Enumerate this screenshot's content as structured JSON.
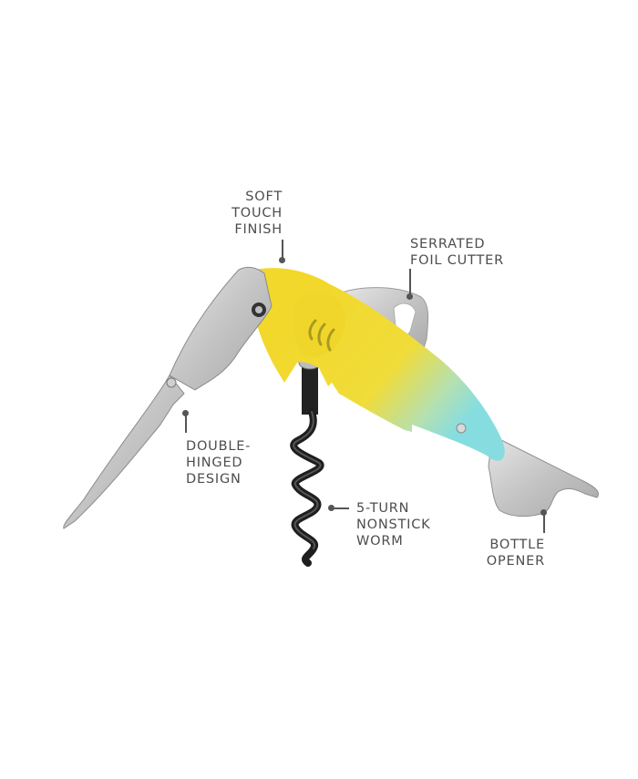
{
  "product": {
    "name": "fish-shaped waiter's corkscrew",
    "colors": {
      "yellow": "#f2d82a",
      "aqua": "#86dde0",
      "steel": "#c9c9c9",
      "steel_dark": "#8a8a8a",
      "worm": "#1e1e1e",
      "label_text": "#4d4d4d",
      "callout_line": "#555555",
      "background": "#ffffff"
    }
  },
  "callouts": {
    "soft_touch": {
      "line1": "SOFT",
      "line2": "TOUCH",
      "line3": "FINISH"
    },
    "foil_cutter": {
      "line1": "SERRATED",
      "line2": "FOIL CUTTER"
    },
    "double_hinged": {
      "line1": "DOUBLE-",
      "line2": "HINGED",
      "line3": "DESIGN"
    },
    "worm": {
      "line1": "5-TURN",
      "line2": "NONSTICK",
      "line3": "WORM"
    },
    "bottle_opener": {
      "line1": "BOTTLE",
      "line2": "OPENER"
    }
  }
}
